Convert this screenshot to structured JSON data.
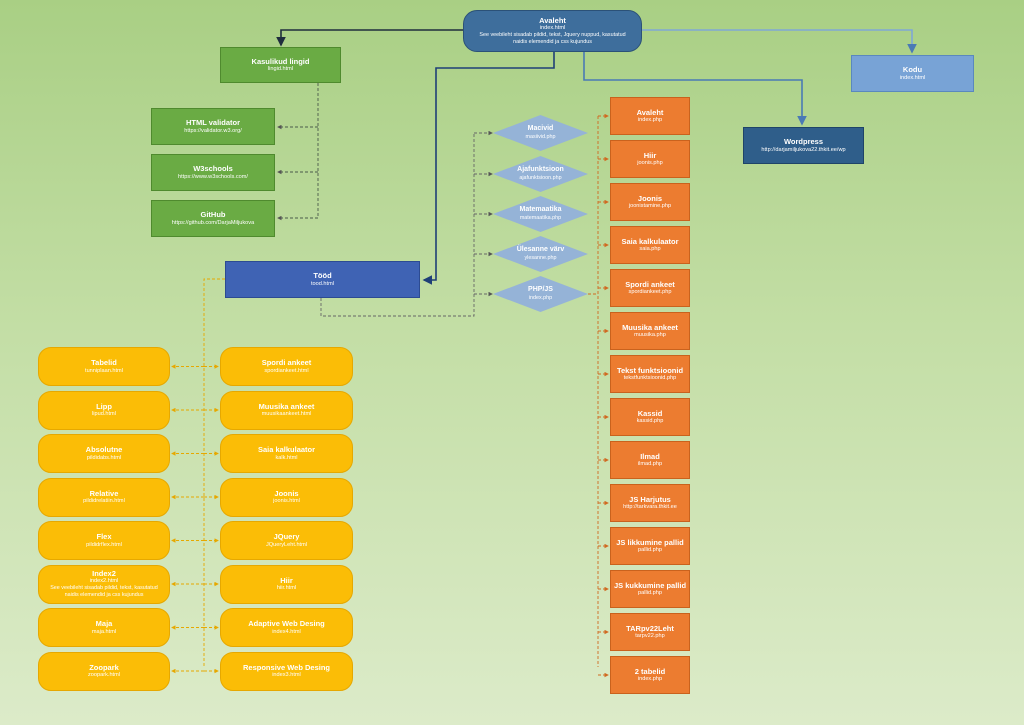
{
  "root": {
    "title": "Avaleht",
    "subtitle": "index.html",
    "desc_line1": "See veebileht sisadab pildid, tekst, Jquery nuppud, kasutatud",
    "desc_line2": "naidis elemendid ja css kujundus"
  },
  "kasulikud": {
    "title": "Kasulikud lingid",
    "subtitle": "lingid.html"
  },
  "links": [
    {
      "title": "HTML validator",
      "subtitle": "https://validator.w3.org/"
    },
    {
      "title": "W3schools",
      "subtitle": "https://www.w3schools.com/"
    },
    {
      "title": "GitHub",
      "subtitle": "https://github.com/DarjaMiljukova"
    }
  ],
  "kodu": {
    "title": "Kodu",
    "subtitle": "index.html"
  },
  "wordpress": {
    "title": "Wordpress",
    "subtitle": "http://darjamiljukova22.thkit.ee/wp"
  },
  "tood": {
    "title": "Tööd",
    "subtitle": "tood.html"
  },
  "diamonds": [
    {
      "title": "Mасіvіd",
      "subtitle": "masiivid.php"
    },
    {
      "title": "Ajafunktsioon",
      "subtitle": "ajafunktsioon.php"
    },
    {
      "title": "Matemaatika",
      "subtitle": "matemaatika.php"
    },
    {
      "title": "Ülesanne värv",
      "subtitle": "ylesanne.php"
    },
    {
      "title": "PHP/JS",
      "subtitle": "index.php"
    }
  ],
  "php_pages": [
    {
      "title": "Avaleht",
      "subtitle": "index.php"
    },
    {
      "title": "Hiir",
      "subtitle": "joonis.php"
    },
    {
      "title": "Joonis",
      "subtitle": "joonistamine.php"
    },
    {
      "title": "Saia kalkulaator",
      "subtitle": "saia.php"
    },
    {
      "title": "Spordi ankeet",
      "subtitle": "spordiankeet.php"
    },
    {
      "title": "Muusika ankeet",
      "subtitle": "muusika.php"
    },
    {
      "title": "Tekst funktsioonid",
      "subtitle": "tekstfunktsioonid.php"
    },
    {
      "title": "Kassid",
      "subtitle": "kassid.php"
    },
    {
      "title": "Ilmad",
      "subtitle": "ilmad.php"
    },
    {
      "title": "JS Harjutus",
      "subtitle": "http://tarkvara.thkit.ee"
    },
    {
      "title": "JS likkumine pallid",
      "subtitle": "pallid.php"
    },
    {
      "title": "JS kukkumine pallid",
      "subtitle": "pallid.php"
    },
    {
      "title": "TARpv22Leht",
      "subtitle": "tarpv22.php"
    },
    {
      "title": "2 tabelid",
      "subtitle": "index.php"
    }
  ],
  "left_col": [
    {
      "title": "Tabelid",
      "subtitle": "tunniplaan.html"
    },
    {
      "title": "Lipp",
      "subtitle": "lipud.html"
    },
    {
      "title": "Absolutne",
      "subtitle": "pildidabs.html"
    },
    {
      "title": "Relative",
      "subtitle": "pildidrelatiin.html"
    },
    {
      "title": "Flex",
      "subtitle": "pildidrflex.html"
    },
    {
      "title": "Index2",
      "subtitle": "index2.html",
      "desc_line1": "See veebileht sisadab pildid, tekst, kasutatud",
      "desc_line2": "naidis elemendid ja css kujundus"
    },
    {
      "title": "Maja",
      "subtitle": "maja.html"
    },
    {
      "title": "Zoopark",
      "subtitle": "zoopark.html"
    }
  ],
  "right_col": [
    {
      "title": "Spordi ankeet",
      "subtitle": "spordiankeet.html"
    },
    {
      "title": "Muusika ankeet",
      "subtitle": "muusikaankeet.html"
    },
    {
      "title": "Saia kalkulaator",
      "subtitle": "kalk.html"
    },
    {
      "title": "Joonis",
      "subtitle": "joonis.html"
    },
    {
      "title": "JQuery",
      "subtitle": "JQueryLeht.html"
    },
    {
      "title": "Hiir",
      "subtitle": "hiir.html"
    },
    {
      "title": "Adaptive Web Desing",
      "subtitle": "index4.html"
    },
    {
      "title": "Responsive Web Desing",
      "subtitle": "index3.html"
    }
  ],
  "colors": {
    "root": "#3e6e9c",
    "green": "#6aab44",
    "light_blue": "#78a3d6",
    "navy": "#2f5e8a",
    "royal": "#3f63b4",
    "orange": "#ec7c30",
    "yellow": "#fbbd06",
    "diamond": "#95b3d7"
  }
}
